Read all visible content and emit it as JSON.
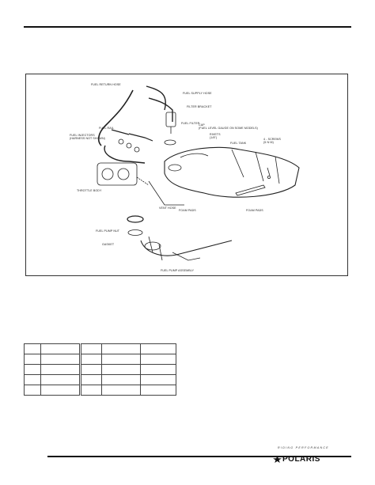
{
  "figure": {
    "labels": {
      "fuel_return_hose": "FUEL RETURN HOSE",
      "fuel_supply_hose": "FUEL SUPPLY HOSE",
      "filter_bracket": "FILTER BRACKET",
      "fuel_filter": "FUEL FILTER",
      "fuel_rail": "FUEL RAIL",
      "fuel_injectors": "FUEL INJECTORS\n(HARNESS NOT SHOWN)",
      "cap": "CAP\n(FUEL LEVEL GAUGE ON SOME MODELS)",
      "rivets": "RIVETS\n(1/8\")",
      "fuel_tank": "FUEL TANK",
      "screws": "4 - SCREWS\n(5 N·m)",
      "throttle_body": "THROTTLE BODY",
      "vent_hose": "VENT HOSE",
      "foam_pads": "FOAM PADS",
      "foam_pads_2": "FOAM PADS",
      "fuel_pump_nut": "FUEL PUMP NUT",
      "gasket": "GASKET",
      "fuel_pump_assembly": "FUEL PUMP ASSEMBLY"
    }
  },
  "footer": {
    "tagline": "RIDING PERFORMANCE",
    "brand": "POLARIS"
  }
}
